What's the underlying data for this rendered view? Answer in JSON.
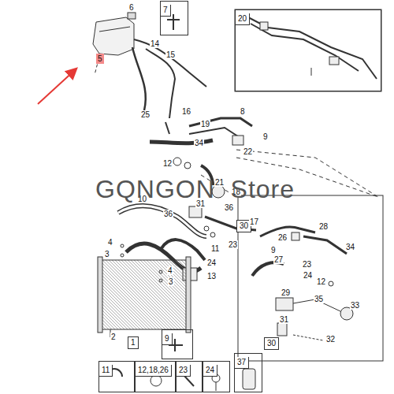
{
  "diagram": {
    "nodes": [
      {
        "text": [
          "7"
        ]
      },
      {
        "text": [
          "20"
        ]
      },
      {
        "text": [
          "30"
        ]
      },
      {
        "text": [
          "1"
        ]
      },
      {
        "text": [
          "9"
        ]
      },
      {
        "text": [
          "30"
        ]
      },
      {
        "text": [
          "11"
        ]
      },
      {
        "text": [
          "12,18,26"
        ]
      },
      {
        "text": [
          "23"
        ]
      },
      {
        "text": [
          "24"
        ]
      },
      {
        "text": [
          "37"
        ]
      }
    ],
    "labels": [
      "6",
      "5",
      "14",
      "15",
      "25",
      "16",
      "8",
      "19",
      "9",
      "22",
      "34",
      "12",
      "21",
      "18",
      "10",
      "36",
      "31",
      "36",
      "17",
      "4",
      "3",
      "11",
      "23",
      "24",
      "4",
      "3",
      "13",
      "2",
      "26",
      "28",
      "34",
      "27",
      "9",
      "23",
      "24",
      "12",
      "29",
      "35",
      "33",
      "31",
      "32",
      "GQNGON  Store"
    ]
  }
}
